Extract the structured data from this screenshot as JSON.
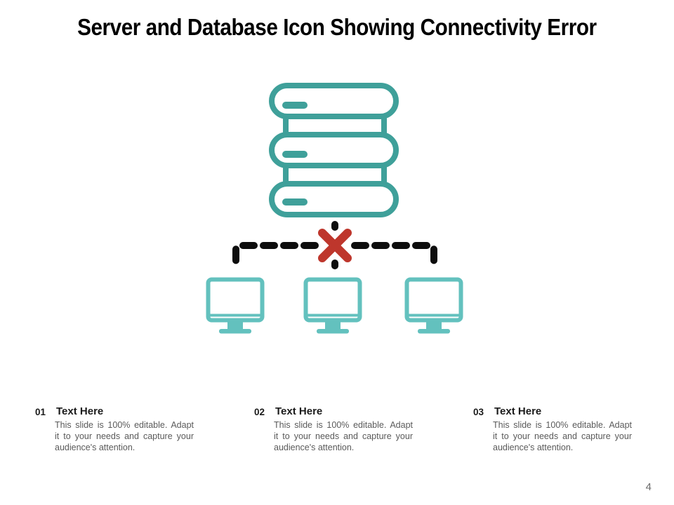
{
  "title": "Server and Database Icon Showing Connectivity Error",
  "page_number": "4",
  "colors": {
    "server_teal": "#3FA09A",
    "monitor_teal": "#63C1BE",
    "error_red": "#BE362C",
    "dash_black": "#0d0d0d",
    "title_black": "#000000",
    "heading_black": "#1a1a1a",
    "body_gray": "#5a5a5a"
  },
  "icons": {
    "server": "server-rack-icon",
    "clients": [
      "monitor-icon",
      "monitor-icon",
      "monitor-icon"
    ],
    "error": "x-cross-icon",
    "connection": "dashed-connector-lines"
  },
  "blocks": [
    {
      "number": "01",
      "heading": "Text Here",
      "body": "This slide is 100% editable. Adapt it to your needs and capture your audience's attention.",
      "lines": [
        "This slide is 100% editable. Adapt",
        "it to your needs and capture your",
        "audience's attention."
      ]
    },
    {
      "number": "02",
      "heading": "Text Here",
      "body": "This slide is 100% editable. Adapt it to your needs and capture your audience's attention.",
      "lines": [
        "This slide is 100% editable. Adapt",
        "it to your needs and capture your",
        "audience's attention."
      ]
    },
    {
      "number": "03",
      "heading": "Text Here",
      "body": "This slide is 100% editable. Adapt it to your needs and capture your audience's attention.",
      "lines": [
        "This slide is 100% editable. Adapt",
        "it to your needs and capture your",
        "audience's attention."
      ]
    }
  ]
}
